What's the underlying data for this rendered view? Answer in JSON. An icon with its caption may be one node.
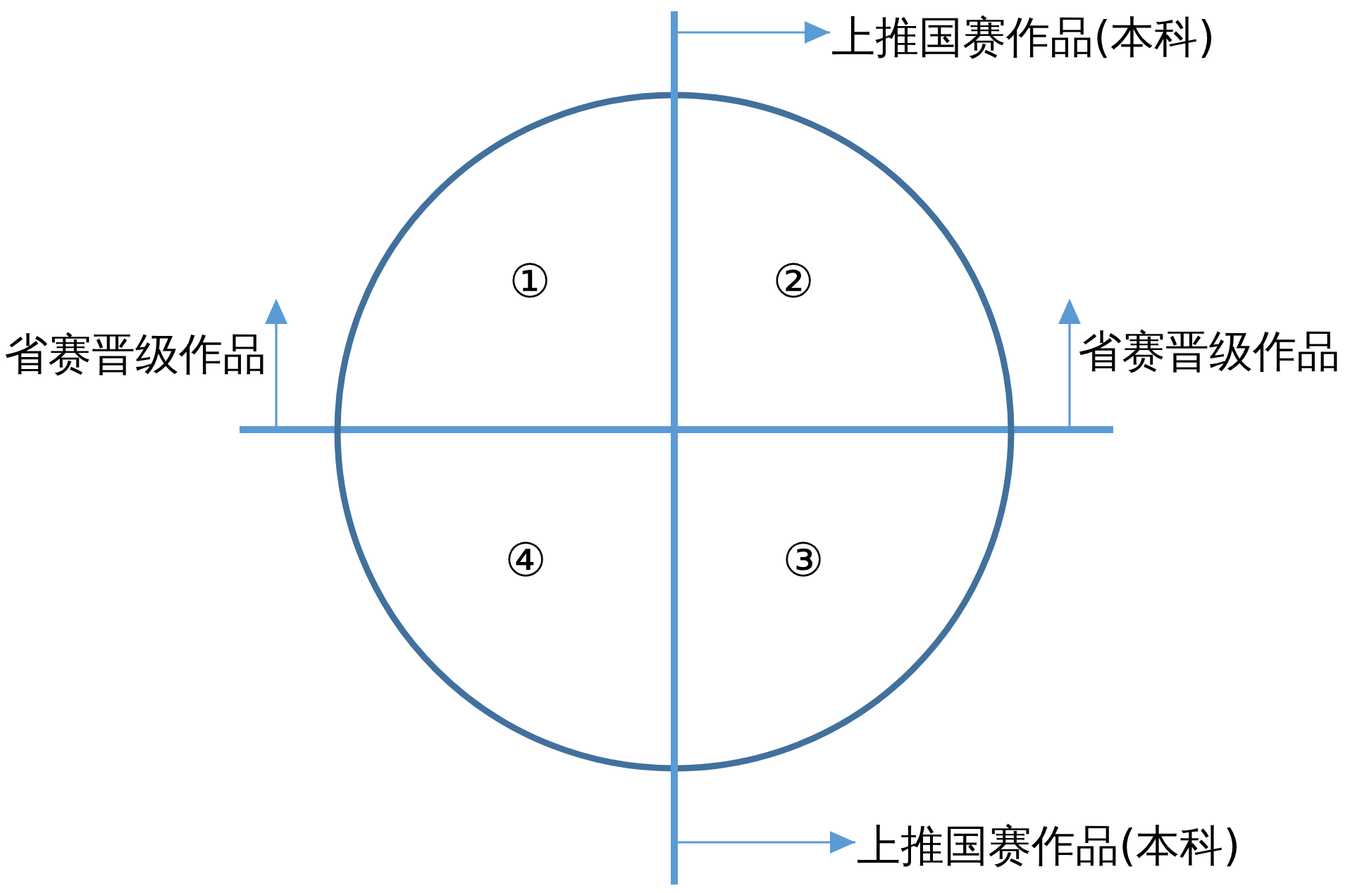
{
  "diagram": {
    "nodes": [
      {
        "text": [
          "上推国赛作品(本科)"
        ]
      },
      {
        "text": [
          "①",
          "②",
          "④",
          "③"
        ]
      },
      {
        "text": [
          "上推国赛作品(本科)"
        ]
      }
    ],
    "edges": [
      {
        "from": null,
        "to": 0,
        "arrow": "to"
      },
      {
        "from": null,
        "to": 2,
        "arrow": "to"
      }
    ],
    "labels": [
      "省赛晋级作品",
      "省赛晋级作品"
    ]
  }
}
